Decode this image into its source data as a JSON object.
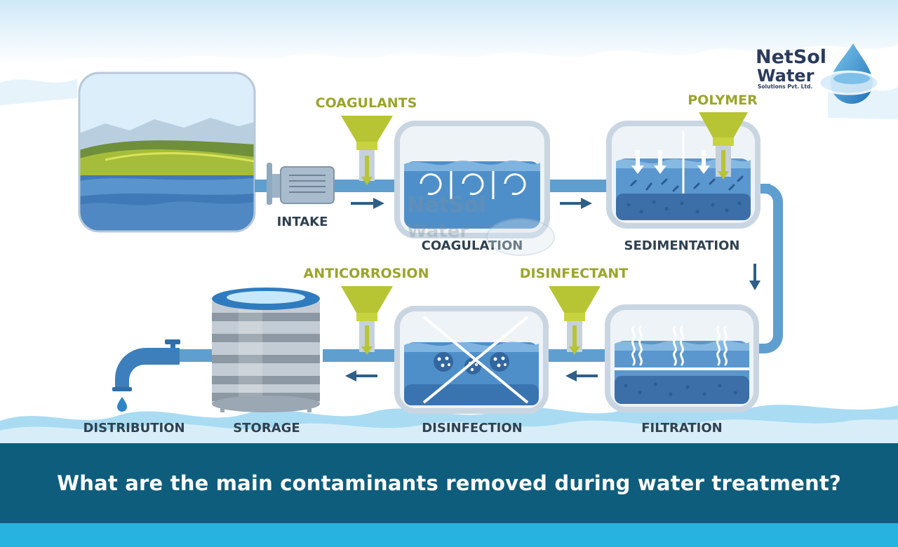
{
  "logo": {
    "line1": "NetSol",
    "line2": "Water",
    "line3": "Solutions Pvt. Ltd."
  },
  "stages": {
    "intake": "INTAKE",
    "coagulation": "COAGULATION",
    "sedimentation": "SEDIMENTATION",
    "filtration": "FILTRATION",
    "disinfection": "DISINFECTION",
    "storage": "STORAGE",
    "distribution": "DISTRIBUTION"
  },
  "chemicals": {
    "coagulants": "COAGULANTS",
    "polymer": "POLYMER",
    "anticorrosion": "ANTICORROSION",
    "disinfectant": "DISINFECTANT"
  },
  "caption": "What are the main contaminants removed during water treatment?",
  "colors": {
    "pipe": "#5f9fcf",
    "tank_frame": "#c9d6e2",
    "water": "#4f8fc9",
    "water_dark": "#3a74b0",
    "hopper": "#b7c433",
    "label_green": "#9aa52a",
    "label_dark": "#2f4150",
    "caption_bg": "#0e5d7c",
    "strip": "#27b3e0"
  }
}
